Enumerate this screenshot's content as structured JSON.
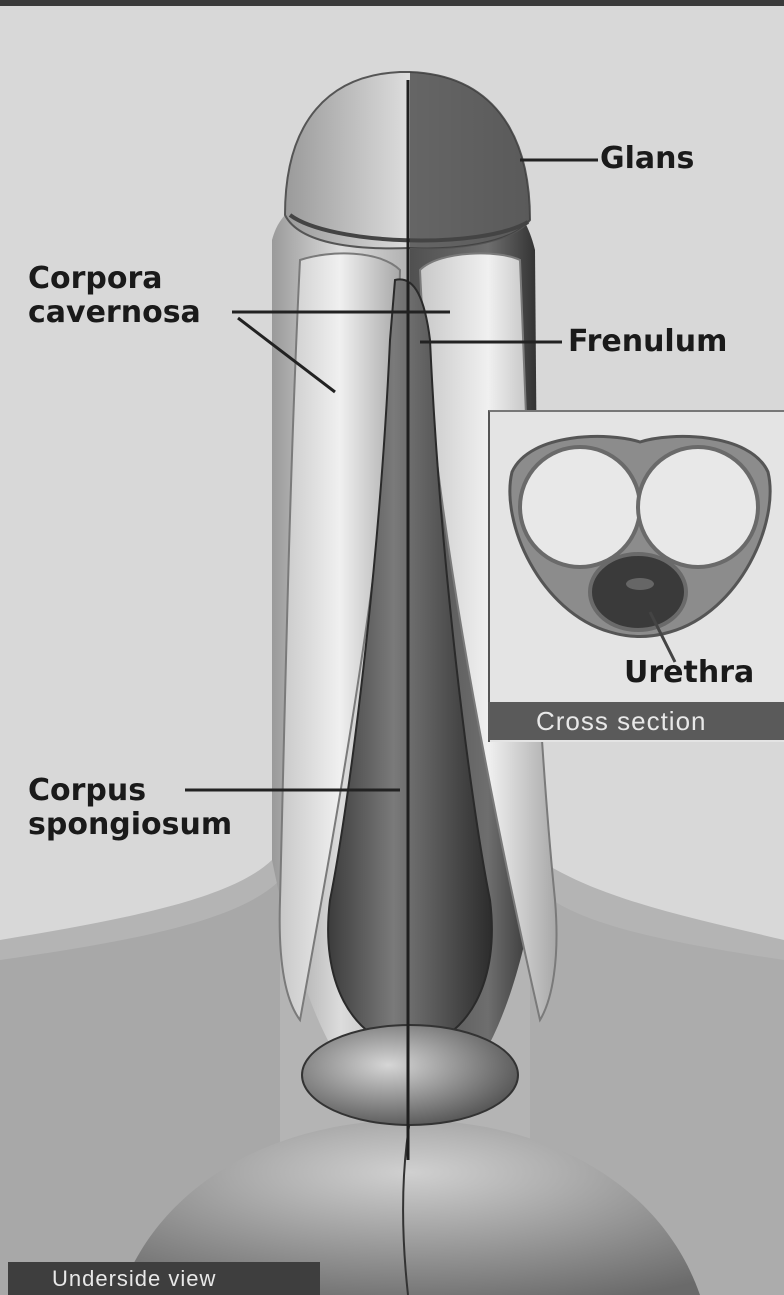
{
  "labels": {
    "glans": "Glans",
    "corpora_cavernosa_line1": "Corpora",
    "corpora_cavernosa_line2": "cavernosa",
    "frenulum": "Frenulum",
    "corpus_spongiosum_line1": "Corpus",
    "corpus_spongiosum_line2": "spongiosum",
    "urethra": "Urethra"
  },
  "captions": {
    "cross_section": "Cross section",
    "underside_view": "Underside view"
  },
  "colors": {
    "background": "#d8d8d8",
    "skin_light": "#c8c8c8",
    "skin_mid": "#8a8a8a",
    "skin_dark": "#3a3a3a",
    "leader_line": "#222222"
  }
}
